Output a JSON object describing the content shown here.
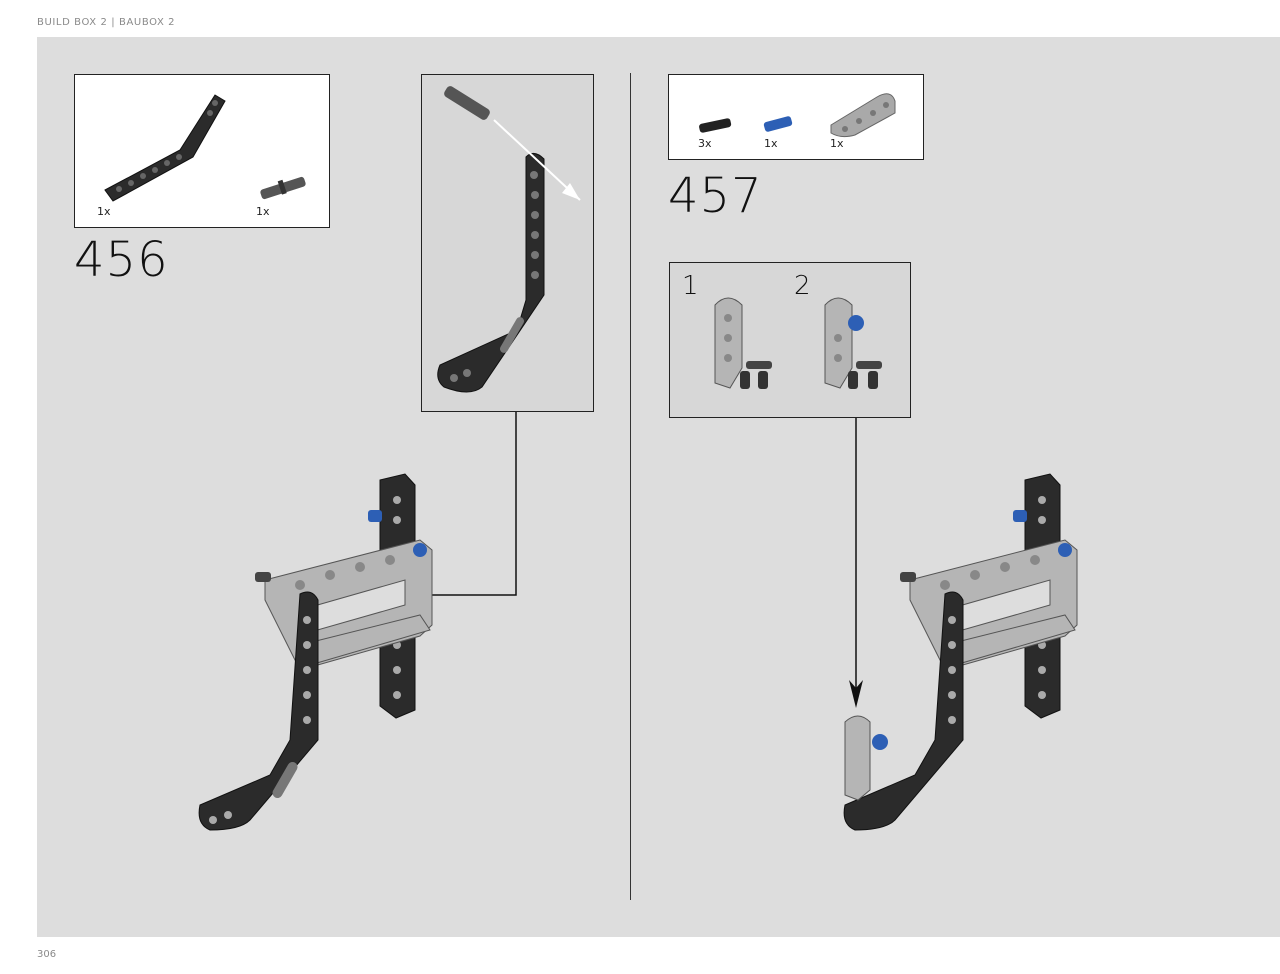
{
  "header": {
    "title": "BUILD BOX 2 | BAUBOX 2"
  },
  "footer": {
    "page_number": "306"
  },
  "step_456": {
    "number": "456",
    "parts": [
      {
        "qty": "1x",
        "name": "bent-beam-icon"
      },
      {
        "qty": "1x",
        "name": "axle-pin-icon"
      }
    ]
  },
  "step_457": {
    "number": "457",
    "parts": [
      {
        "qty": "3x",
        "name": "friction-pin-icon",
        "color": "#222222"
      },
      {
        "qty": "1x",
        "name": "blue-axle-pin-icon",
        "color": "#2d5fb5"
      },
      {
        "qty": "1x",
        "name": "angle-beam-icon",
        "color": "#a9a9a9"
      }
    ],
    "substeps": [
      "1",
      "2"
    ]
  },
  "colors": {
    "background": "#dddddd",
    "black_part": "#2b2b2b",
    "grey_part": "#b5b5b5",
    "blue_part": "#2d5fb5"
  }
}
